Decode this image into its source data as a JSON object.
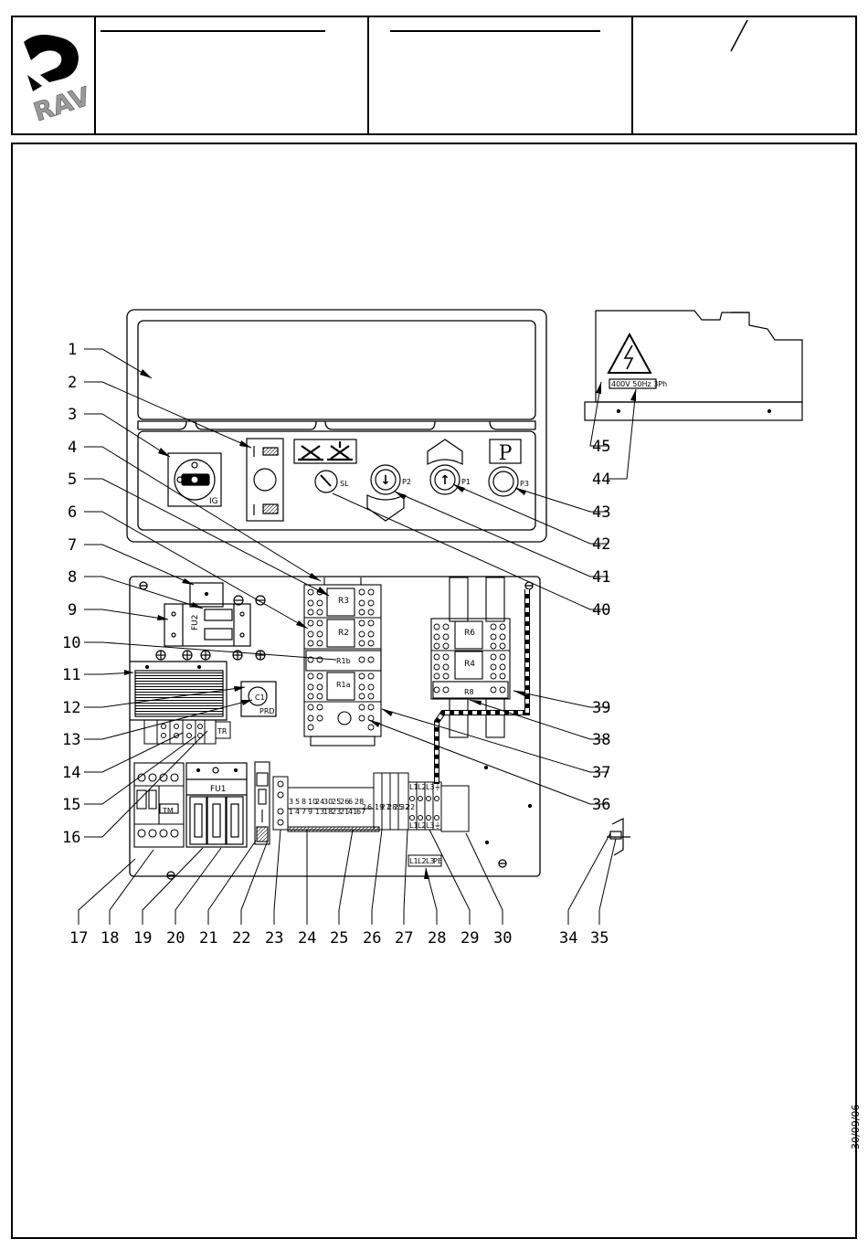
{
  "title_block": {
    "logo_text": "RAV",
    "slash": "/"
  },
  "date": "30/09/06",
  "panel": {
    "switch_label": "IG",
    "selector_label": "SL",
    "button_labels": [
      "P2",
      "P1",
      "P3"
    ],
    "p_symbol": "P",
    "arrow_down": "↓",
    "arrow_up": "↑"
  },
  "warning": {
    "rating": "400V 50Hz 3Ph"
  },
  "components": {
    "fu2": "FU2",
    "fu1": "FU1",
    "r3": "R3",
    "r2": "R2",
    "r1b": "R1b",
    "r1a": "R1a",
    "r6": "R6",
    "r4": "R4",
    "r8": "R8",
    "tm": "TM",
    "tr": "TR",
    "c1": "C1",
    "prd": "PRD",
    "terminals_top": [
      "3",
      "5",
      "8",
      "10",
      "24",
      "30",
      "25",
      "26",
      "6",
      "28"
    ],
    "terminals_bottom": [
      "1",
      "4",
      "7",
      "9",
      "13",
      "18",
      "23",
      "21",
      "41",
      "67"
    ],
    "terminals_right": [
      "2",
      "6",
      "19",
      "27",
      "28",
      "25",
      "32",
      "22"
    ],
    "terminals_power": [
      "L1",
      "L2",
      "L3",
      "⏚"
    ],
    "terminals_power_bottom": [
      "L1",
      "L2",
      "L3",
      "PE"
    ]
  },
  "callouts": {
    "left": [
      "1",
      "2",
      "3",
      "4",
      "5",
      "6",
      "7",
      "8",
      "9",
      "10",
      "11",
      "12",
      "13",
      "14",
      "15",
      "16"
    ],
    "bottom": [
      "17",
      "18",
      "19",
      "20",
      "21",
      "22",
      "23",
      "24",
      "25",
      "26",
      "27",
      "28",
      "29",
      "30",
      "34",
      "35"
    ],
    "right": [
      "45",
      "44",
      "43",
      "42",
      "41",
      "40",
      "39",
      "38",
      "37",
      "36"
    ]
  }
}
